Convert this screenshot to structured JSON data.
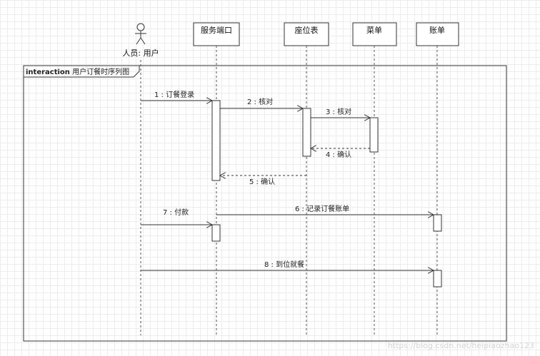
{
  "diagram": {
    "actor": {
      "label": "人员: 用户"
    },
    "participants": [
      {
        "id": "svc",
        "label": "服务端口"
      },
      {
        "id": "seat",
        "label": "座位表"
      },
      {
        "id": "menu",
        "label": "菜单"
      },
      {
        "id": "bill",
        "label": "账单"
      }
    ],
    "frame": {
      "label_bold": "interaction",
      "label_rest": " 用户订餐时序列图"
    },
    "messages": [
      {
        "id": "m1",
        "label": "1 : 订餐登录"
      },
      {
        "id": "m2",
        "label": "2 : 核对"
      },
      {
        "id": "m3",
        "label": "3 : 核对"
      },
      {
        "id": "m4",
        "label": "4 : 确认"
      },
      {
        "id": "m5",
        "label": "5 : 确认"
      },
      {
        "id": "m6",
        "label": "6 : 记录订餐账单"
      },
      {
        "id": "m7",
        "label": "7 : 付款"
      },
      {
        "id": "m8",
        "label": "8 : 到位就餐"
      }
    ],
    "watermark": "https://blog.csdn.net/heipiaozhao123"
  }
}
